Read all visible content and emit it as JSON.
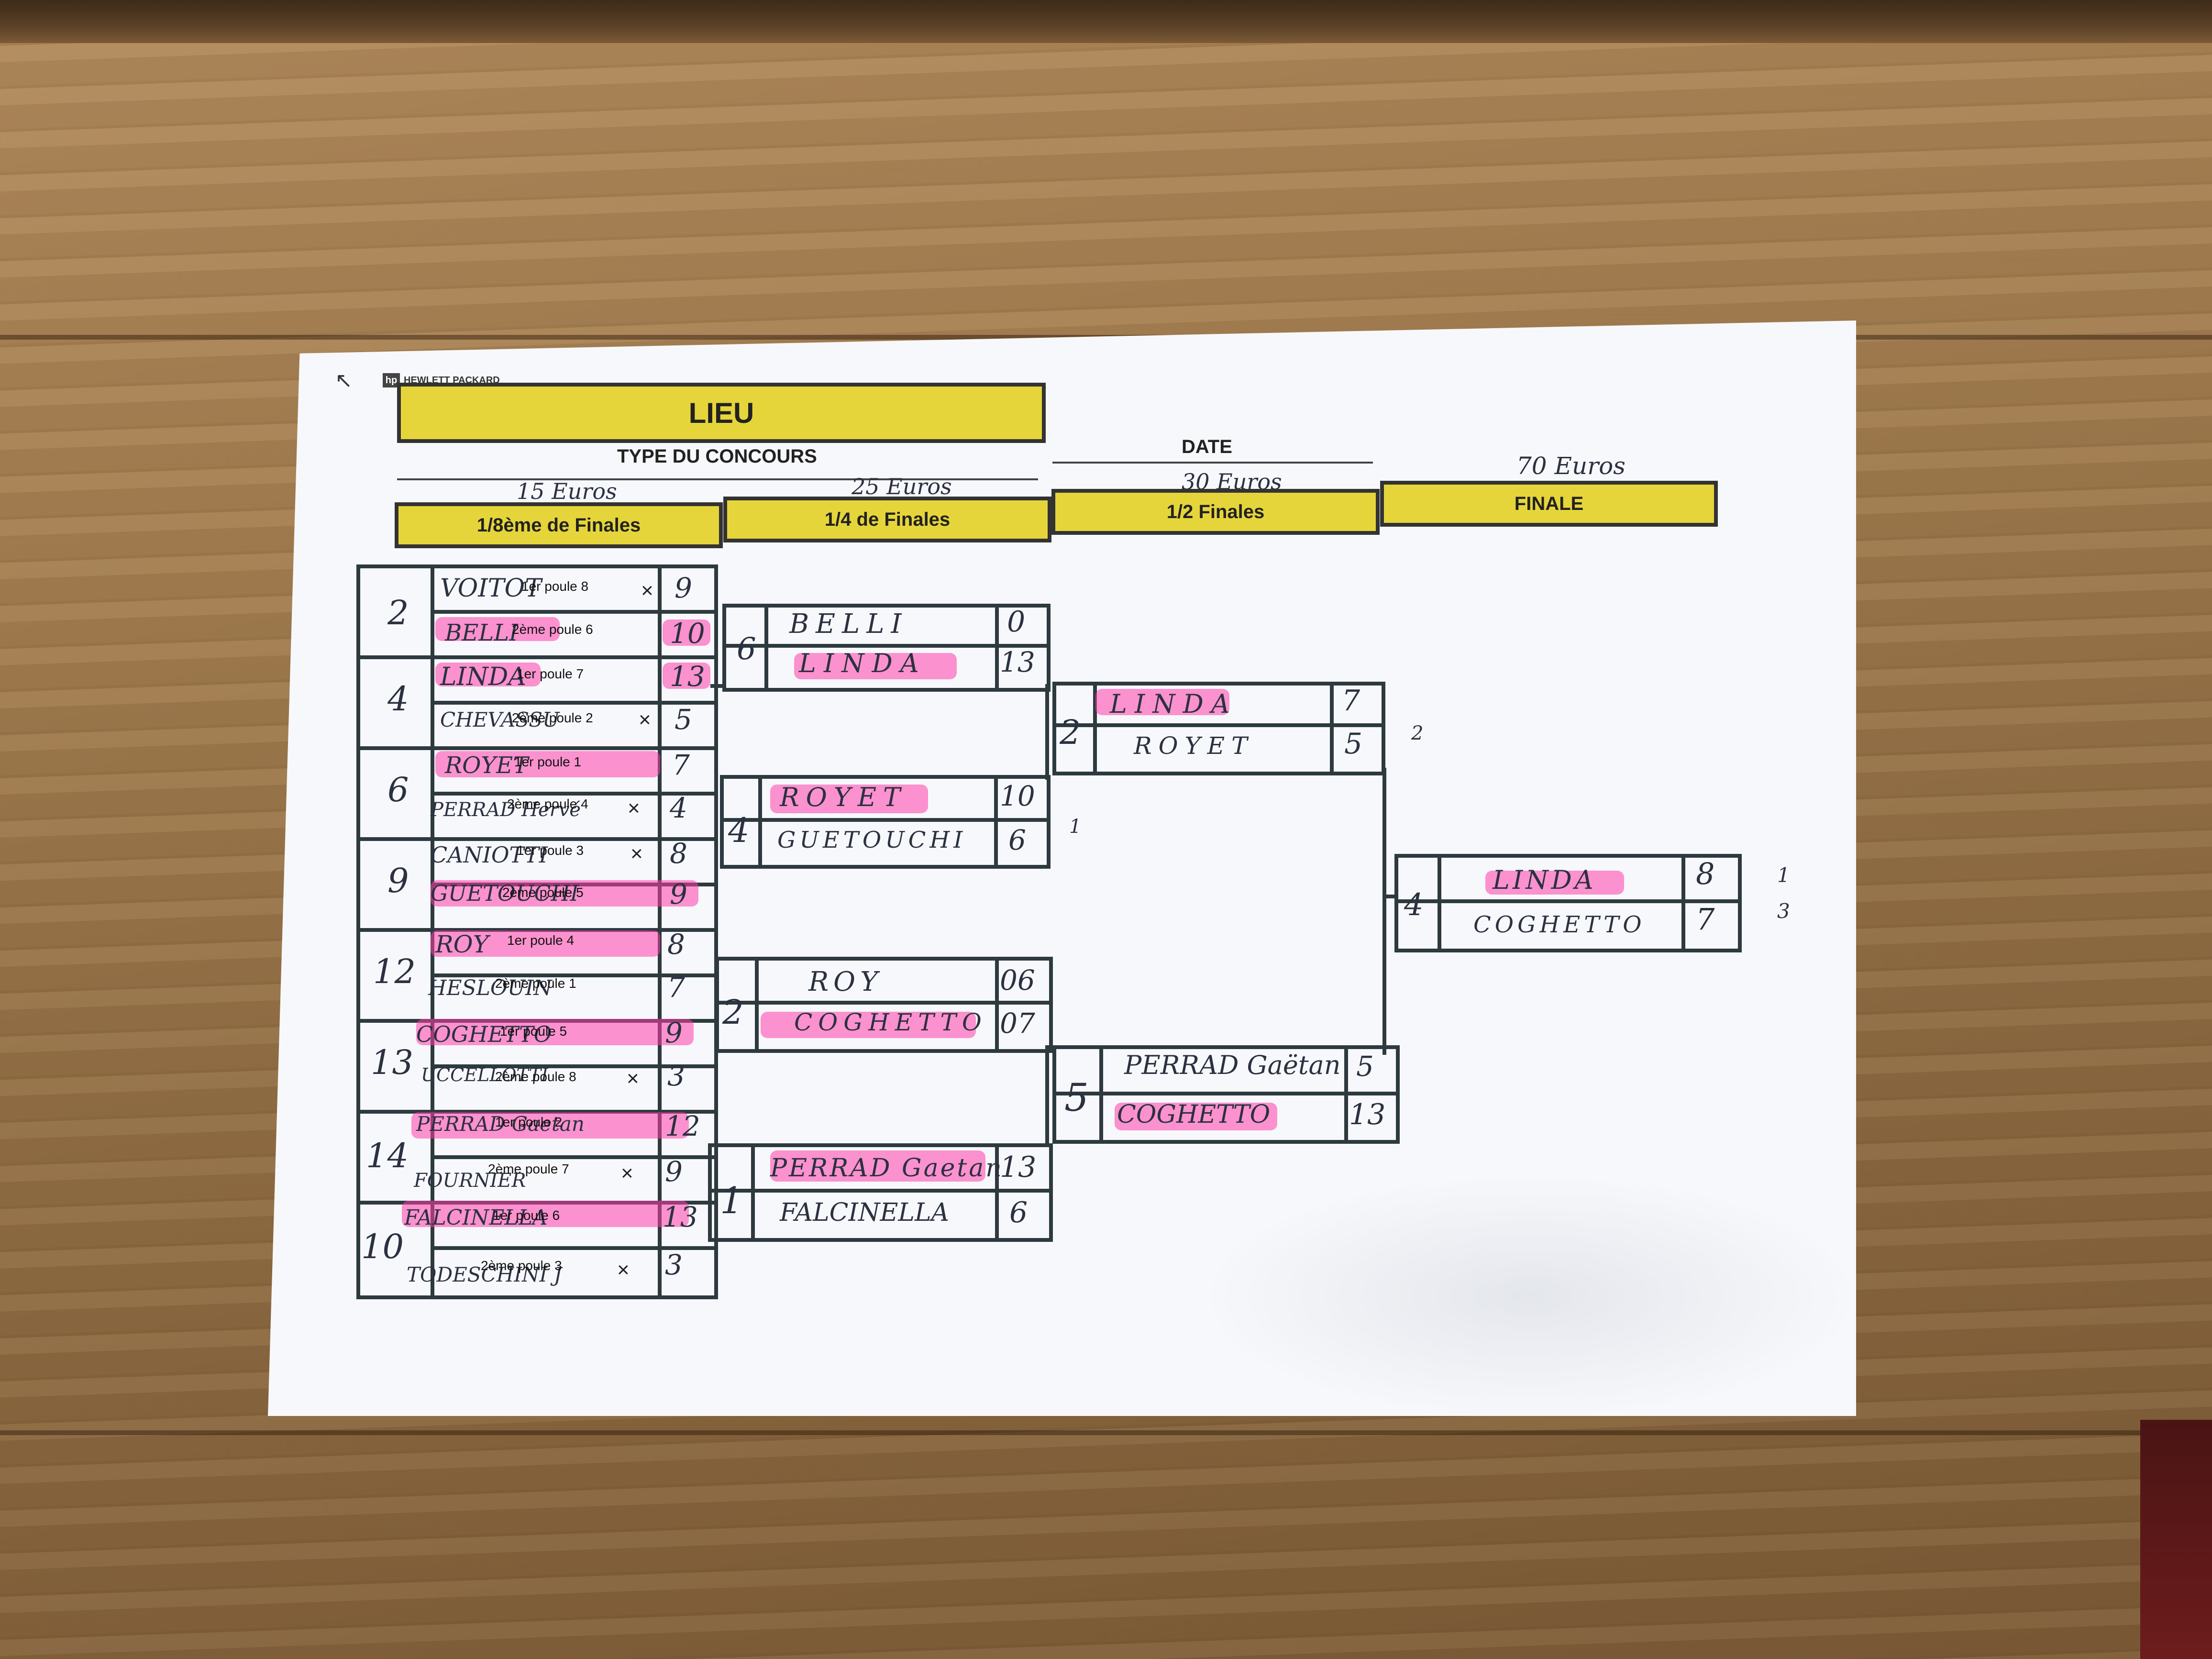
{
  "sheet": {
    "brand": "HEWLETT PACKARD",
    "brand_badge": "hp",
    "title": "LIEU",
    "type_label": "TYPE DU CONCOURS",
    "date_label": "DATE"
  },
  "rounds": {
    "r16": {
      "label": "1/8ème de Finales",
      "prize": "15 Euros"
    },
    "qf": {
      "label": "1/4 de Finales",
      "prize": "25 Euros"
    },
    "sf": {
      "label": "1/2 Finales",
      "prize": "30 Euros"
    },
    "final": {
      "label": "FINALE",
      "prize": "70 Euros"
    }
  },
  "r16_matches": [
    {
      "lane": "2",
      "a": {
        "name": "VOITOT",
        "poule": "1er poule 8",
        "score": "9",
        "x": "×"
      },
      "b": {
        "name": "BELLI",
        "poule": "2ème poule 6",
        "score": "10"
      }
    },
    {
      "lane": "4",
      "a": {
        "name": "LINDA",
        "poule": "1er poule 7",
        "score": "13"
      },
      "b": {
        "name": "CHEVASSU",
        "poule": "2ème poule 2",
        "score": "5",
        "x": "×"
      }
    },
    {
      "lane": "6",
      "a": {
        "name": "ROYET",
        "poule": "1er poule 1",
        "score": "7"
      },
      "b": {
        "name": "PERRAD Hervé",
        "poule": "2ème poule 4",
        "score": "4",
        "x": "×"
      }
    },
    {
      "lane": "9",
      "a": {
        "name": "CANIOTTI",
        "poule": "1er poule 3",
        "score": "8",
        "x": "×"
      },
      "b": {
        "name": "GUETOUCHI",
        "poule": "2ème poule 5",
        "score": "9"
      }
    },
    {
      "lane": "12",
      "a": {
        "name": "ROY",
        "poule": "1er poule 4",
        "score": "8"
      },
      "b": {
        "name": "HESLOUIN",
        "poule": "2ème poule 1",
        "score": "7"
      }
    },
    {
      "lane": "13",
      "a": {
        "name": "COGHETTO",
        "poule": "1er poule 5",
        "score": "9"
      },
      "b": {
        "name": "UCCELLOTTI",
        "poule": "2ème poule 8",
        "score": "3",
        "x": "×"
      }
    },
    {
      "lane": "14",
      "a": {
        "name": "PERRAD Gaetan",
        "poule": "1er poule 2",
        "score": "12"
      },
      "b": {
        "name": "FOURNIER",
        "poule": "2ème poule 7",
        "score": "9",
        "x": "×"
      }
    },
    {
      "lane": "10",
      "a": {
        "name": "FALCINELLA",
        "poule": "1er poule 6",
        "score": "13"
      },
      "b": {
        "name": "TODESCHINI J",
        "poule": "2ème poule 3",
        "score": "3",
        "x": "×"
      }
    }
  ],
  "qf_matches": [
    {
      "lane": "6",
      "a": {
        "name": "BELLI",
        "score": "0"
      },
      "b": {
        "name": "LINDA",
        "score": "13"
      }
    },
    {
      "lane": "4",
      "a": {
        "name": "ROYET",
        "score": "10"
      },
      "b": {
        "name": "GUETOUCHI",
        "score": "6"
      }
    },
    {
      "lane": "2",
      "a": {
        "name": "ROY",
        "score": "06"
      },
      "b": {
        "name": "COGHETTO",
        "score": "07"
      }
    },
    {
      "lane": "1",
      "a": {
        "name": "PERRAD Gaetan",
        "score": "13"
      },
      "b": {
        "name": "FALCINELLA",
        "score": "6"
      }
    }
  ],
  "sf_matches": [
    {
      "lane": "2",
      "a": {
        "name": "LINDA",
        "score": "7"
      },
      "b": {
        "name": "ROYET",
        "score": "5"
      },
      "note": "2",
      "note2": "1"
    },
    {
      "lane": "5",
      "a": {
        "name": "PERRAD Gaëtan",
        "score": "5"
      },
      "b": {
        "name": "COGHETTO",
        "score": "13"
      }
    }
  ],
  "final_match": {
    "lane": "4",
    "a": {
      "name": "LINDA",
      "score": "8",
      "note": "1"
    },
    "b": {
      "name": "COGHETTO",
      "score": "7",
      "note": "3"
    }
  },
  "colors": {
    "yellow": "#e6d53a",
    "highlighter": "#ff3caa",
    "ink": "#2b3140"
  }
}
